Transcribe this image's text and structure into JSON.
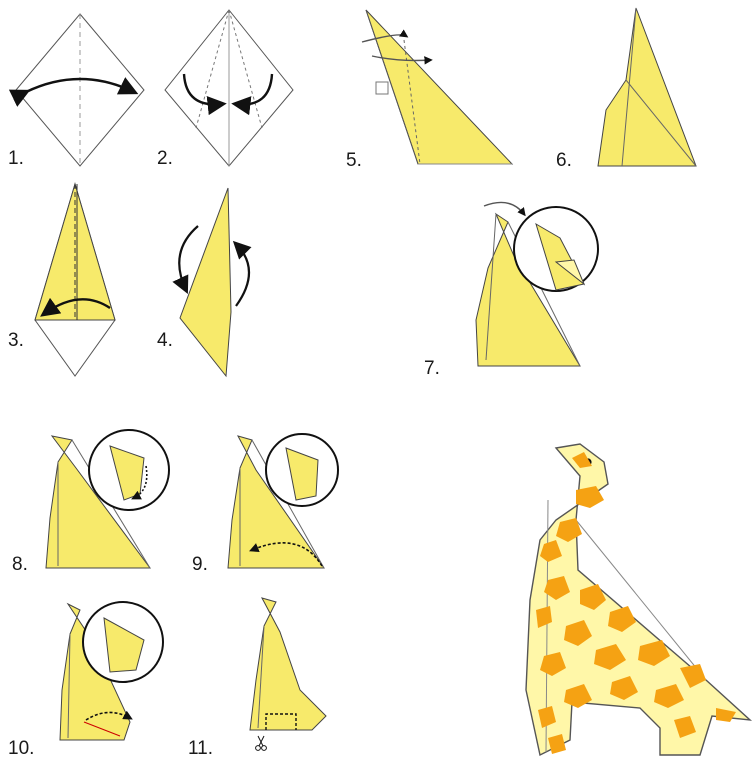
{
  "steps": [
    {
      "label": "1."
    },
    {
      "label": "2."
    },
    {
      "label": "3."
    },
    {
      "label": "4."
    },
    {
      "label": "5."
    },
    {
      "label": "6."
    },
    {
      "label": "7."
    },
    {
      "label": "8."
    },
    {
      "label": "9."
    },
    {
      "label": "10."
    },
    {
      "label": "11."
    }
  ],
  "colors": {
    "paper_yellow": "#f7ea6b",
    "paper_light": "#fff7a8",
    "spot_orange": "#f5a213",
    "line": "#2a2a2a",
    "fold_dash": "#777777"
  },
  "icons": [
    "fold-arrow-icon",
    "rotate-arrow-icon",
    "zoom-circle-icon",
    "scissors-icon"
  ]
}
